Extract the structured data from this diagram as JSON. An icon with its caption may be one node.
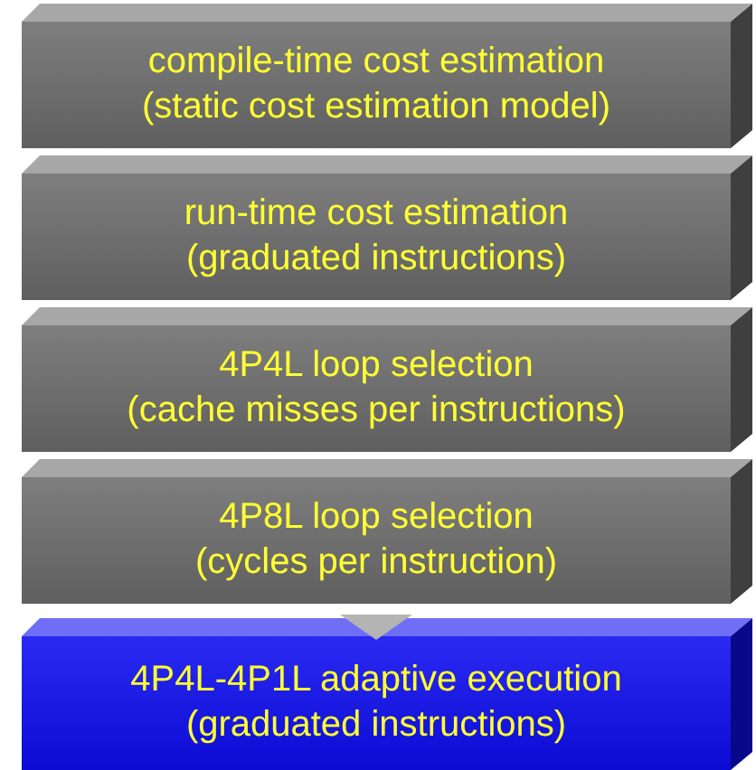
{
  "diagram": {
    "nodes": [
      {
        "text": [
          "compile-time cost estimation",
          "(static cost estimation model)"
        ]
      },
      {
        "text": [
          "run-time cost estimation",
          "(graduated instructions)"
        ]
      },
      {
        "text": [
          "4P4L loop selection",
          "(cache misses per instructions)"
        ]
      },
      {
        "text": [
          "4P8L loop selection",
          "(cycles per instruction)"
        ]
      },
      {
        "text": [
          "4P4L-4P1L adaptive execution",
          "(graduated instructions)"
        ]
      }
    ],
    "edges": [
      {
        "from": 3,
        "to": 4,
        "arrow": "to"
      }
    ]
  }
}
